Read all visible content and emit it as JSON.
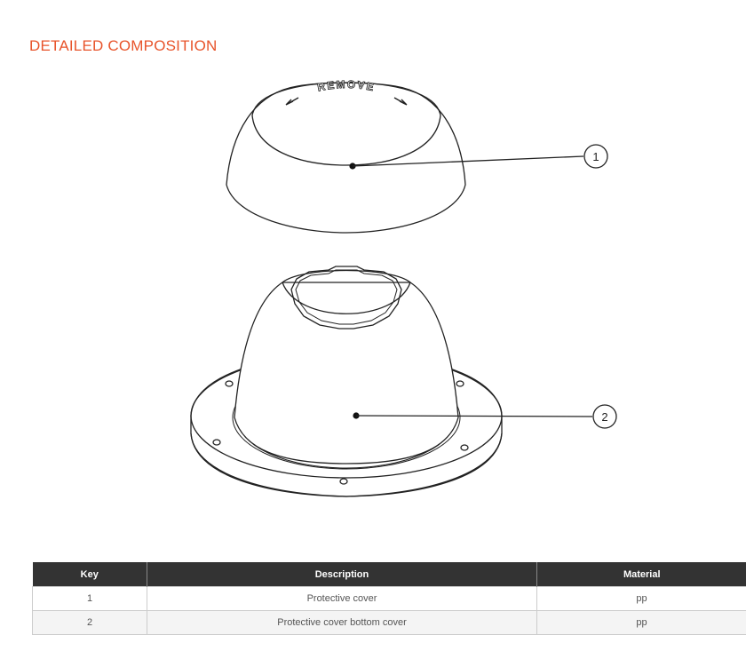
{
  "section": {
    "title": "DETAILED COMPOSITION"
  },
  "drawing": {
    "cover_label": "REMOVE",
    "callouts": [
      "1",
      "2"
    ]
  },
  "table": {
    "headers": {
      "key": "Key",
      "description": "Description",
      "material": "Material"
    },
    "rows": [
      {
        "key": "1",
        "description": "Protective cover",
        "material": "pp"
      },
      {
        "key": "2",
        "description": "Protective cover bottom cover",
        "material": "pp"
      }
    ]
  }
}
